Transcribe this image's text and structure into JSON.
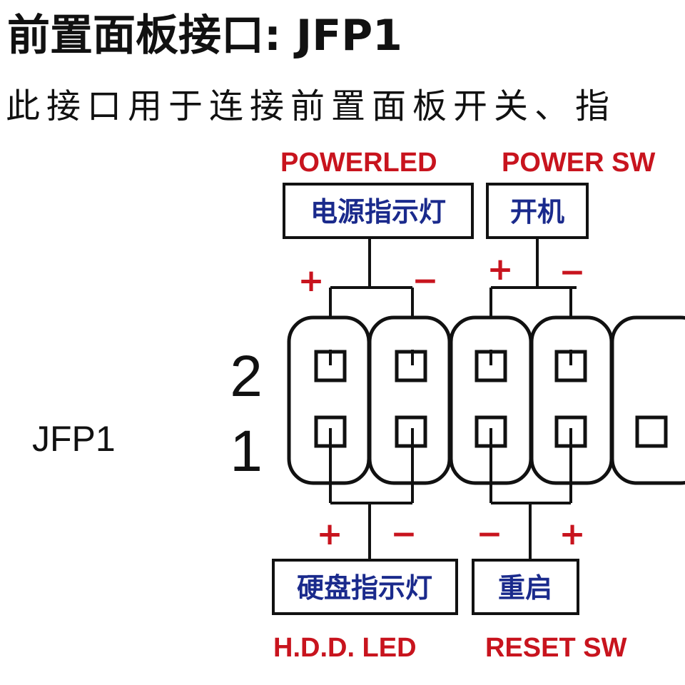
{
  "title": "前置面板接口: JFP1",
  "subtitle": "此接口用于连接前置面板开关、指",
  "connector_label": "JFP1",
  "row_labels": {
    "top": "2",
    "bottom": "1"
  },
  "top_groups": [
    {
      "name_en": "POWERLED",
      "name_cn": "电源指示灯",
      "left_sign": "+",
      "right_sign": "−"
    },
    {
      "name_en": "POWER SW",
      "name_cn": "开机",
      "left_sign": "+",
      "right_sign": "−"
    }
  ],
  "bottom_groups": [
    {
      "name_en": "H.D.D. LED",
      "name_cn": "硬盘指示灯",
      "left_sign": "+",
      "right_sign": "−"
    },
    {
      "name_en": "RESET SW",
      "name_cn": "重启",
      "left_sign": "−",
      "right_sign": "+"
    }
  ],
  "colors": {
    "english_label": "#c8141e",
    "chinese_label": "#1a2a8c",
    "sign": "#c8141e",
    "line": "#111111"
  }
}
